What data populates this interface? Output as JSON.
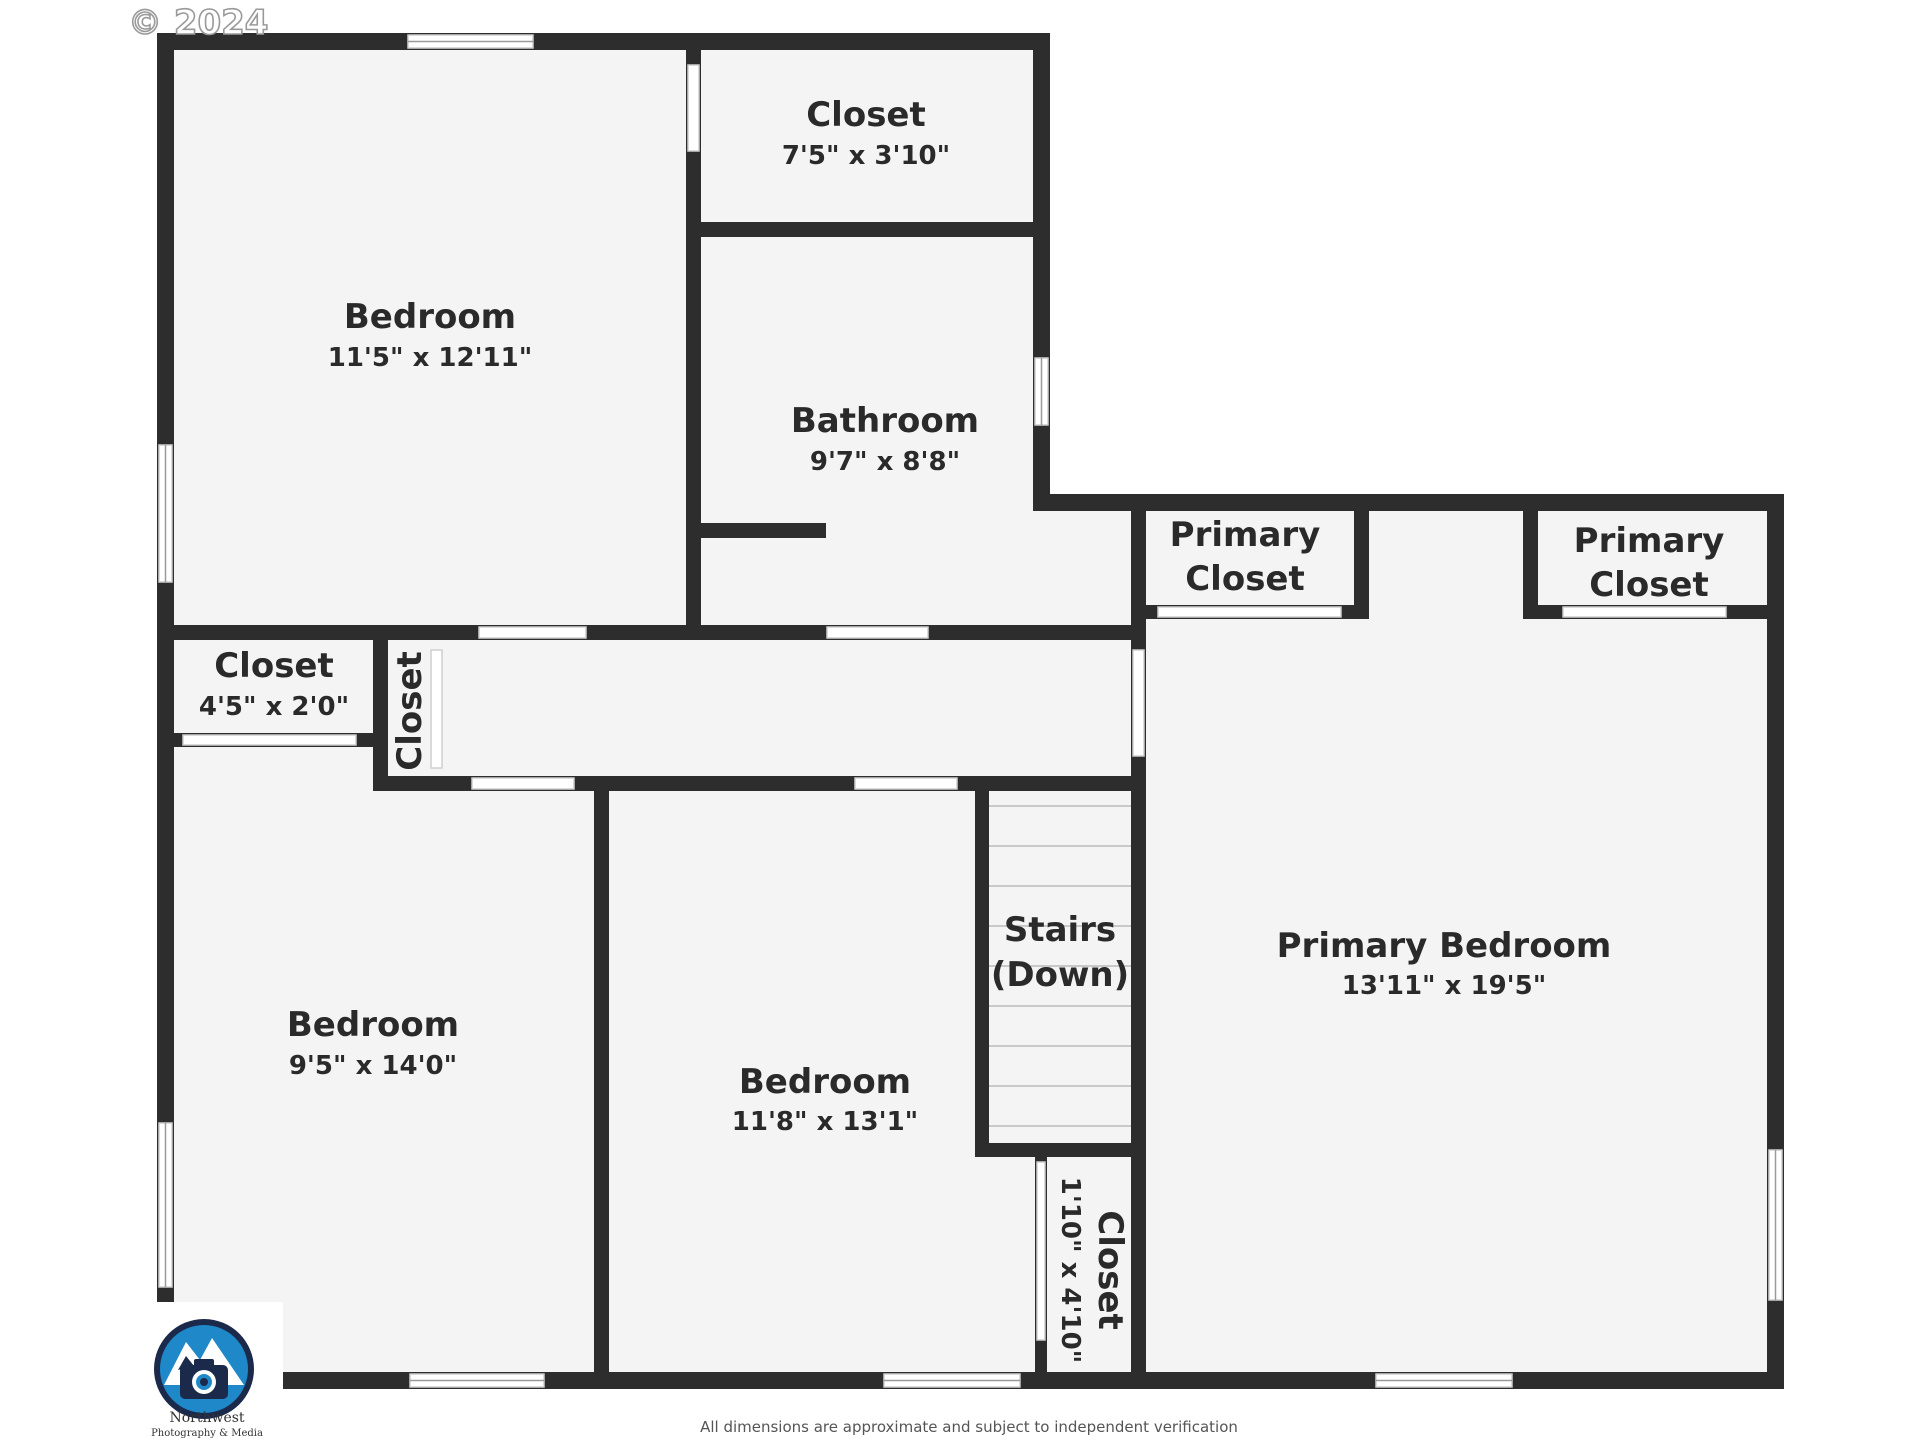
{
  "copyright": "© 2024",
  "disclaimer": "All dimensions are approximate and subject to independent verification",
  "logo": {
    "name": "Northwest",
    "tagline": "Photography & Media",
    "icon": "camera-mountain-logo"
  },
  "rooms": {
    "bedroom_top_left": {
      "name": "Bedroom",
      "dims": "11'5\" x 12'11\""
    },
    "closet_top": {
      "name": "Closet",
      "dims": "7'5\" x 3'10\""
    },
    "bathroom": {
      "name": "Bathroom",
      "dims": "9'7\" x 8'8\""
    },
    "primary_closet_1": {
      "line1": "Primary",
      "line2": "Closet"
    },
    "primary_closet_2": {
      "line1": "Primary",
      "line2": "Closet"
    },
    "closet_small": {
      "name": "Closet",
      "dims": "4'5\" x 2'0\""
    },
    "closet_vertical": {
      "name": "Closet"
    },
    "stairs": {
      "line1": "Stairs",
      "line2": "(Down)"
    },
    "primary_bedroom": {
      "name": "Primary Bedroom",
      "dims": "13'11\" x 19'5\""
    },
    "bedroom_bottom_left": {
      "name": "Bedroom",
      "dims": "9'5\" x 14'0\""
    },
    "bedroom_bottom_mid": {
      "name": "Bedroom",
      "dims": "11'8\" x 13'1\""
    },
    "closet_bottom_vertical": {
      "name": "Closet",
      "dims": "1'10\" x 4'10\""
    }
  },
  "colors": {
    "wall": "#2d2d2d",
    "floor": "#f4f4f4",
    "logo_blue": "#1e88c9",
    "logo_navy": "#1b2a4a"
  }
}
